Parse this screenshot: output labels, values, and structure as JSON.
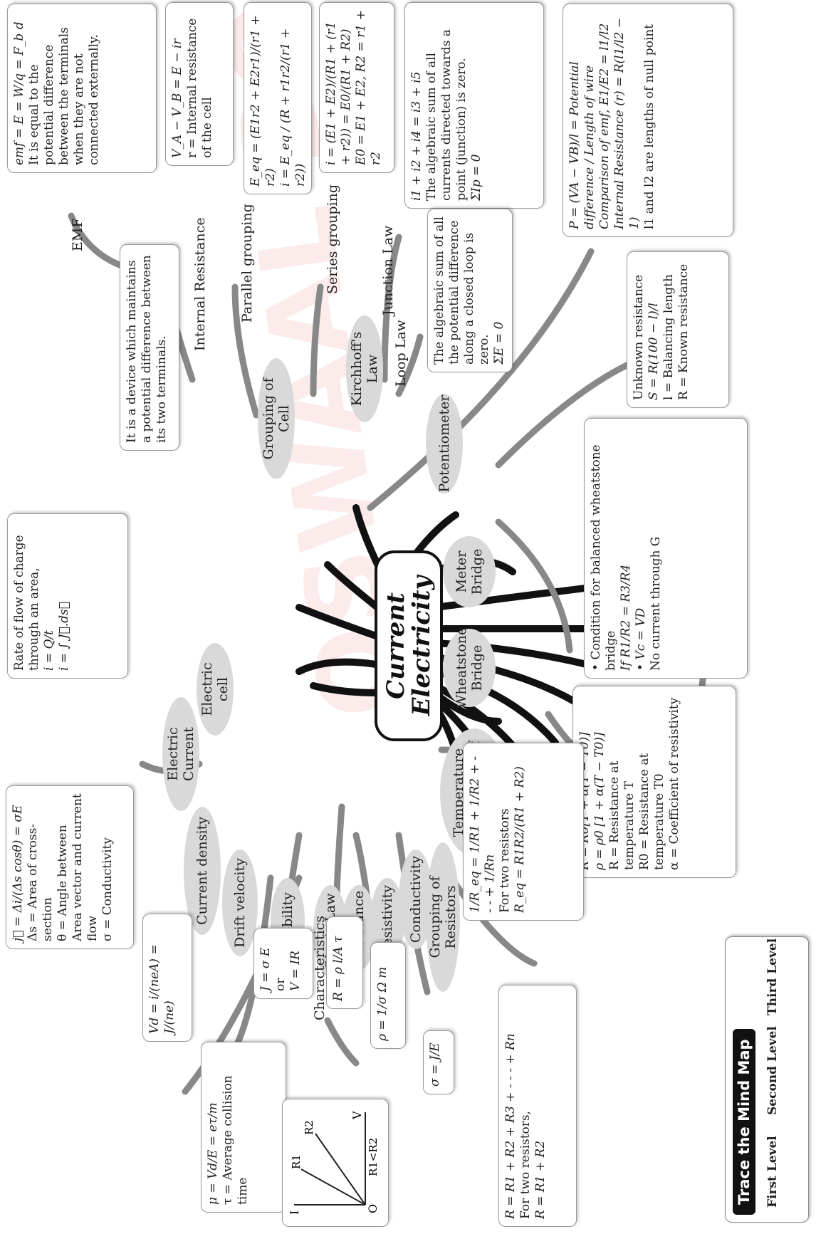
{
  "central_topic": {
    "line1": "Current",
    "line2": "Electricity"
  },
  "watermark": "OSWAAL BOOKS",
  "level_colors": {
    "first": "#111111",
    "second": "#555555",
    "third": "#888888"
  },
  "nodes": {
    "electric_cell": "Electric cell",
    "grouping_of_cell": "Grouping of Cell",
    "kirchhoffs_law": "Kirchhoff's Law",
    "potentiometer": "Potentiometer",
    "meter_bridge": "Meter Bridge",
    "wheatstone_bridge": "Wheatstone Bridge",
    "temperature_dependence": "Temperature Dependence of Resistance",
    "electric_current": "Electric Current",
    "current_density": "Current density",
    "drift_velocity": "Drift velocity",
    "mobility": "Mobility",
    "ohms_law": "Ohm's Law",
    "resistance": "Resistance",
    "resistivity": "Resistivity",
    "conductivity": "Conductivity",
    "grouping_of_resistors": "Grouping of Resistors"
  },
  "branch_labels": {
    "emf": "EMF",
    "internal_resistance": "Internal Resistance",
    "parallel_grouping": "Parallel grouping",
    "series_grouping": "Series grouping",
    "junction_law": "Junction Law",
    "loop_law": "Loop Law",
    "characteristics": "Characteristics"
  },
  "boxes": {
    "emf": {
      "formula": "emf = E = W/q = F_b d",
      "text": "It is equal to the potential difference between the terminals when they are not connected externally."
    },
    "internal_resistance": {
      "formula": "V_A − V_B = E − ir",
      "text": "r = Internal resistance of the cell"
    },
    "parallel_grouping": {
      "formula1": "E_eq = (E1r2 + E2r1)/(r1 + r2)",
      "formula2": "i = E_eq / (R + r1r2/(r1 + r2))"
    },
    "series_grouping": {
      "formula1": "i = (E1 + E2)/(R1 + (r1 + r2)) = E0/(R1 + R2)",
      "formula2": "E0 = E1 + E2,  R2 = r1 + r2"
    },
    "junction_law": {
      "formula": "i1 + i2 + i4 = i3 + i5",
      "text": "The algebraic sum of all currents directed towards a point (junction) is zero.",
      "formula2": "ΣIp = 0"
    },
    "loop_law": {
      "text": "The algebraic sum of all the potential difference along a closed loop is zero.",
      "formula": "ΣE = 0"
    },
    "potentiometer": {
      "formula1": "P = (VA − VB)/l = Potential difference / Length of wire",
      "formula2": "Comparison of emf,  E1/E2 = l1/l2",
      "formula3": "Internal Resistance (r) = R(l1/l2 − 1)",
      "text": "l1 and l2 are lengths of null point"
    },
    "electric_cell": {
      "text": "It is a device which maintains a potential difference between its two terminals."
    },
    "meter_bridge": {
      "title": "Unknown resistance",
      "formula": "S = R(100 − l)/l",
      "line1": "l = Balancing length",
      "line2": "R = Known resistance"
    },
    "wheatstone_bridge": {
      "title": "• Condition for balanced wheatstone bridge",
      "formula1": "If R1/R2 = R3/R4",
      "formula2": "• Vc = VD",
      "text": "No current through G"
    },
    "temperature": {
      "formula1": "R = R0[1 + α(T − T0)]",
      "formula2": "ρ = ρ0 [1 + α(T − T0)]",
      "line1": "R = Resistance at temperature T",
      "line2": "R0 = Resistance at temperature T0",
      "line3": "α = Coefficient of resistivity"
    },
    "electric_current": {
      "text": "Rate of flow of charge through an area,",
      "formula1": "i = Q/t",
      "formula2": "i = ∫ J⃗.ds⃗"
    },
    "current_density": {
      "formula": "j⃗ = Δi/(Δs cosθ) = σE",
      "line1": "Δs = Area of cross-section",
      "line2": "θ = Angle between Area vector and current flow",
      "line3": "σ = Conductivity"
    },
    "drift_velocity": {
      "formula": "Vd = i/(neA) = J/(ne)"
    },
    "mobility": {
      "formula": "μ = Vd/E = eτ/m",
      "text": "τ = Average collision time"
    },
    "ohms_law": {
      "line1": "J = σ E",
      "line2": "or",
      "line3": "V = IR"
    },
    "resistance": {
      "formula": "R = ρ l/A τ"
    },
    "resistivity": {
      "formula": "ρ = 1/σ Ω m"
    },
    "conductivity": {
      "formula": "σ = J/E"
    },
    "characteristics": {
      "axis_i": "I",
      "axis_v": "V",
      "origin": "O",
      "r1": "R1",
      "r2": "R2",
      "relation": "R1<R2"
    },
    "parallel_resistors": {
      "formula1": "1/R_eq = 1/R1 + 1/R2 + - - - + 1/Rn",
      "text": "For two resistors",
      "formula2": "R_eq = R1R2/(R1 + R2)"
    },
    "series_resistors": {
      "formula1": "R = R1 + R2 + R3 + - - - + Rn",
      "text": "For two resistors,",
      "formula2": "R = R1 + R2"
    }
  },
  "legend": {
    "title": "Trace the Mind Map",
    "first": "First Level",
    "second": "Second Level",
    "third": "Third Level"
  }
}
